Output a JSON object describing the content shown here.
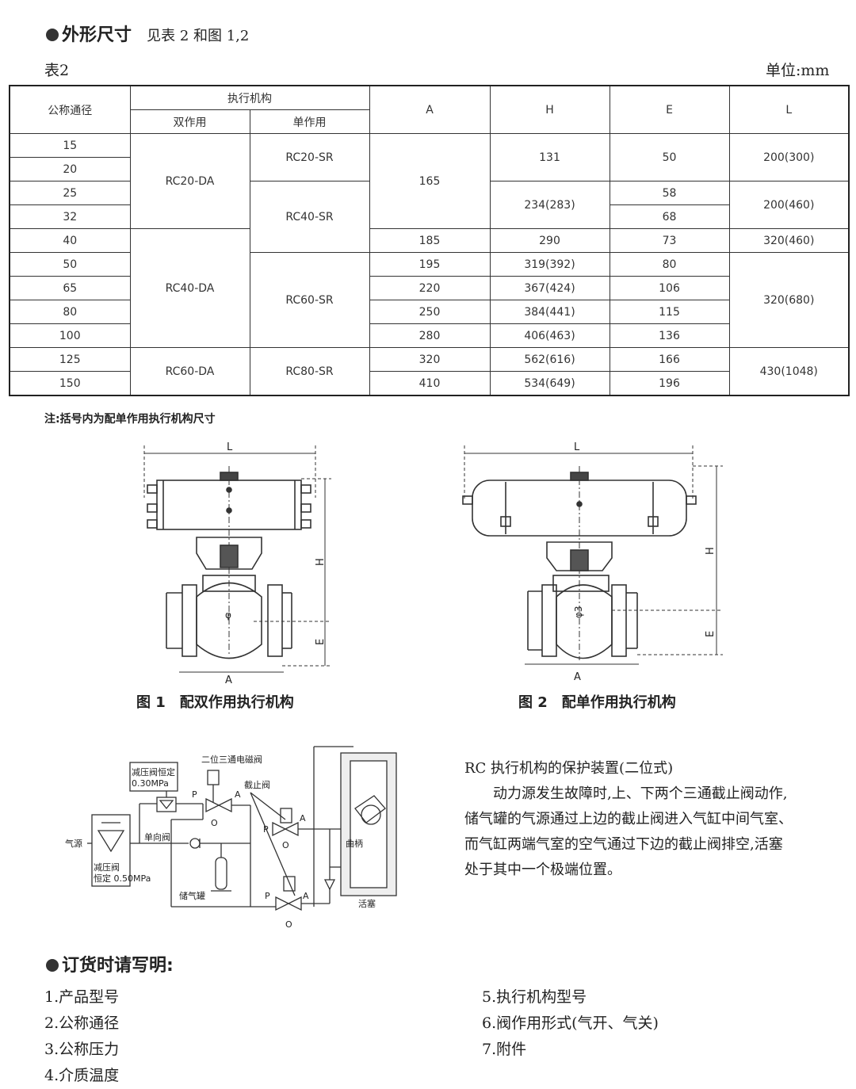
{
  "section1": {
    "title": "外形尺寸",
    "subtitle": "见表 2 和图 1,2"
  },
  "table": {
    "label": "表2",
    "unit": "单位:mm",
    "headers": {
      "nominal": "公称通径",
      "actuator": "执行机构",
      "double": "双作用",
      "single": "单作用",
      "A": "A",
      "H": "H",
      "E": "E",
      "L": "L"
    },
    "dn": [
      "15",
      "20",
      "25",
      "32",
      "40",
      "50",
      "65",
      "80",
      "100",
      "125",
      "150"
    ],
    "double": [
      "RC20-DA",
      "RC40-DA",
      "RC60-DA"
    ],
    "single": [
      "RC20-SR",
      "RC40-SR",
      "RC60-SR",
      "RC80-SR"
    ],
    "A": [
      "165",
      "185",
      "195",
      "220",
      "250",
      "280",
      "320",
      "410"
    ],
    "H": [
      "131",
      "234(283)",
      "290",
      "319(392)",
      "367(424)",
      "384(441)",
      "406(463)",
      "562(616)",
      "534(649)"
    ],
    "E": [
      "50",
      "58",
      "68",
      "73",
      "80",
      "106",
      "115",
      "136",
      "166",
      "196"
    ],
    "L": [
      "200(300)",
      "200(460)",
      "320(460)",
      "320(680)",
      "430(1048)"
    ]
  },
  "note": "注:括号内为配单作用执行机构尺寸",
  "fig1": {
    "caption": "图 1　配双作用执行机构",
    "L": "L",
    "H": "H",
    "E": "E",
    "A": "A",
    "phi": "φ"
  },
  "fig2": {
    "caption": "图 2　配单作用执行机构",
    "L": "L",
    "H": "H",
    "E": "E",
    "A": "A",
    "phi": "φ3"
  },
  "schematic": {
    "gas_source": "气源",
    "reducer1_l1": "减压阀恒定",
    "reducer1_l2": "0.30MPa",
    "reducer2_l1": "减压阀",
    "reducer2_l2": "恒定 0.50MPa",
    "solenoid": "二位三通电磁阀",
    "stop_valve": "截止阀",
    "check_valve": "单向阀",
    "tank": "储气罐",
    "crank": "曲柄",
    "piston": "活塞",
    "P": "P",
    "A": "A",
    "O": "O"
  },
  "description": {
    "title": "RC 执行机构的保护装置(二位式)",
    "lines": [
      "　　动力源发生故障时,上、下两个三通截止阀动作,",
      "储气罐的气源通过上边的截止阀进入气缸中间气室、",
      "而气缸两端气室的空气通过下边的截止阀排空,活塞",
      "处于其中一个极端位置。"
    ]
  },
  "order": {
    "title": "订货时请写明:",
    "items": [
      "1.产品型号",
      "2.公称通径",
      "3.公称压力",
      "4.介质温度",
      "5.执行机构型号",
      "6.阀作用形式(气开、气关)",
      "7.附件"
    ]
  }
}
